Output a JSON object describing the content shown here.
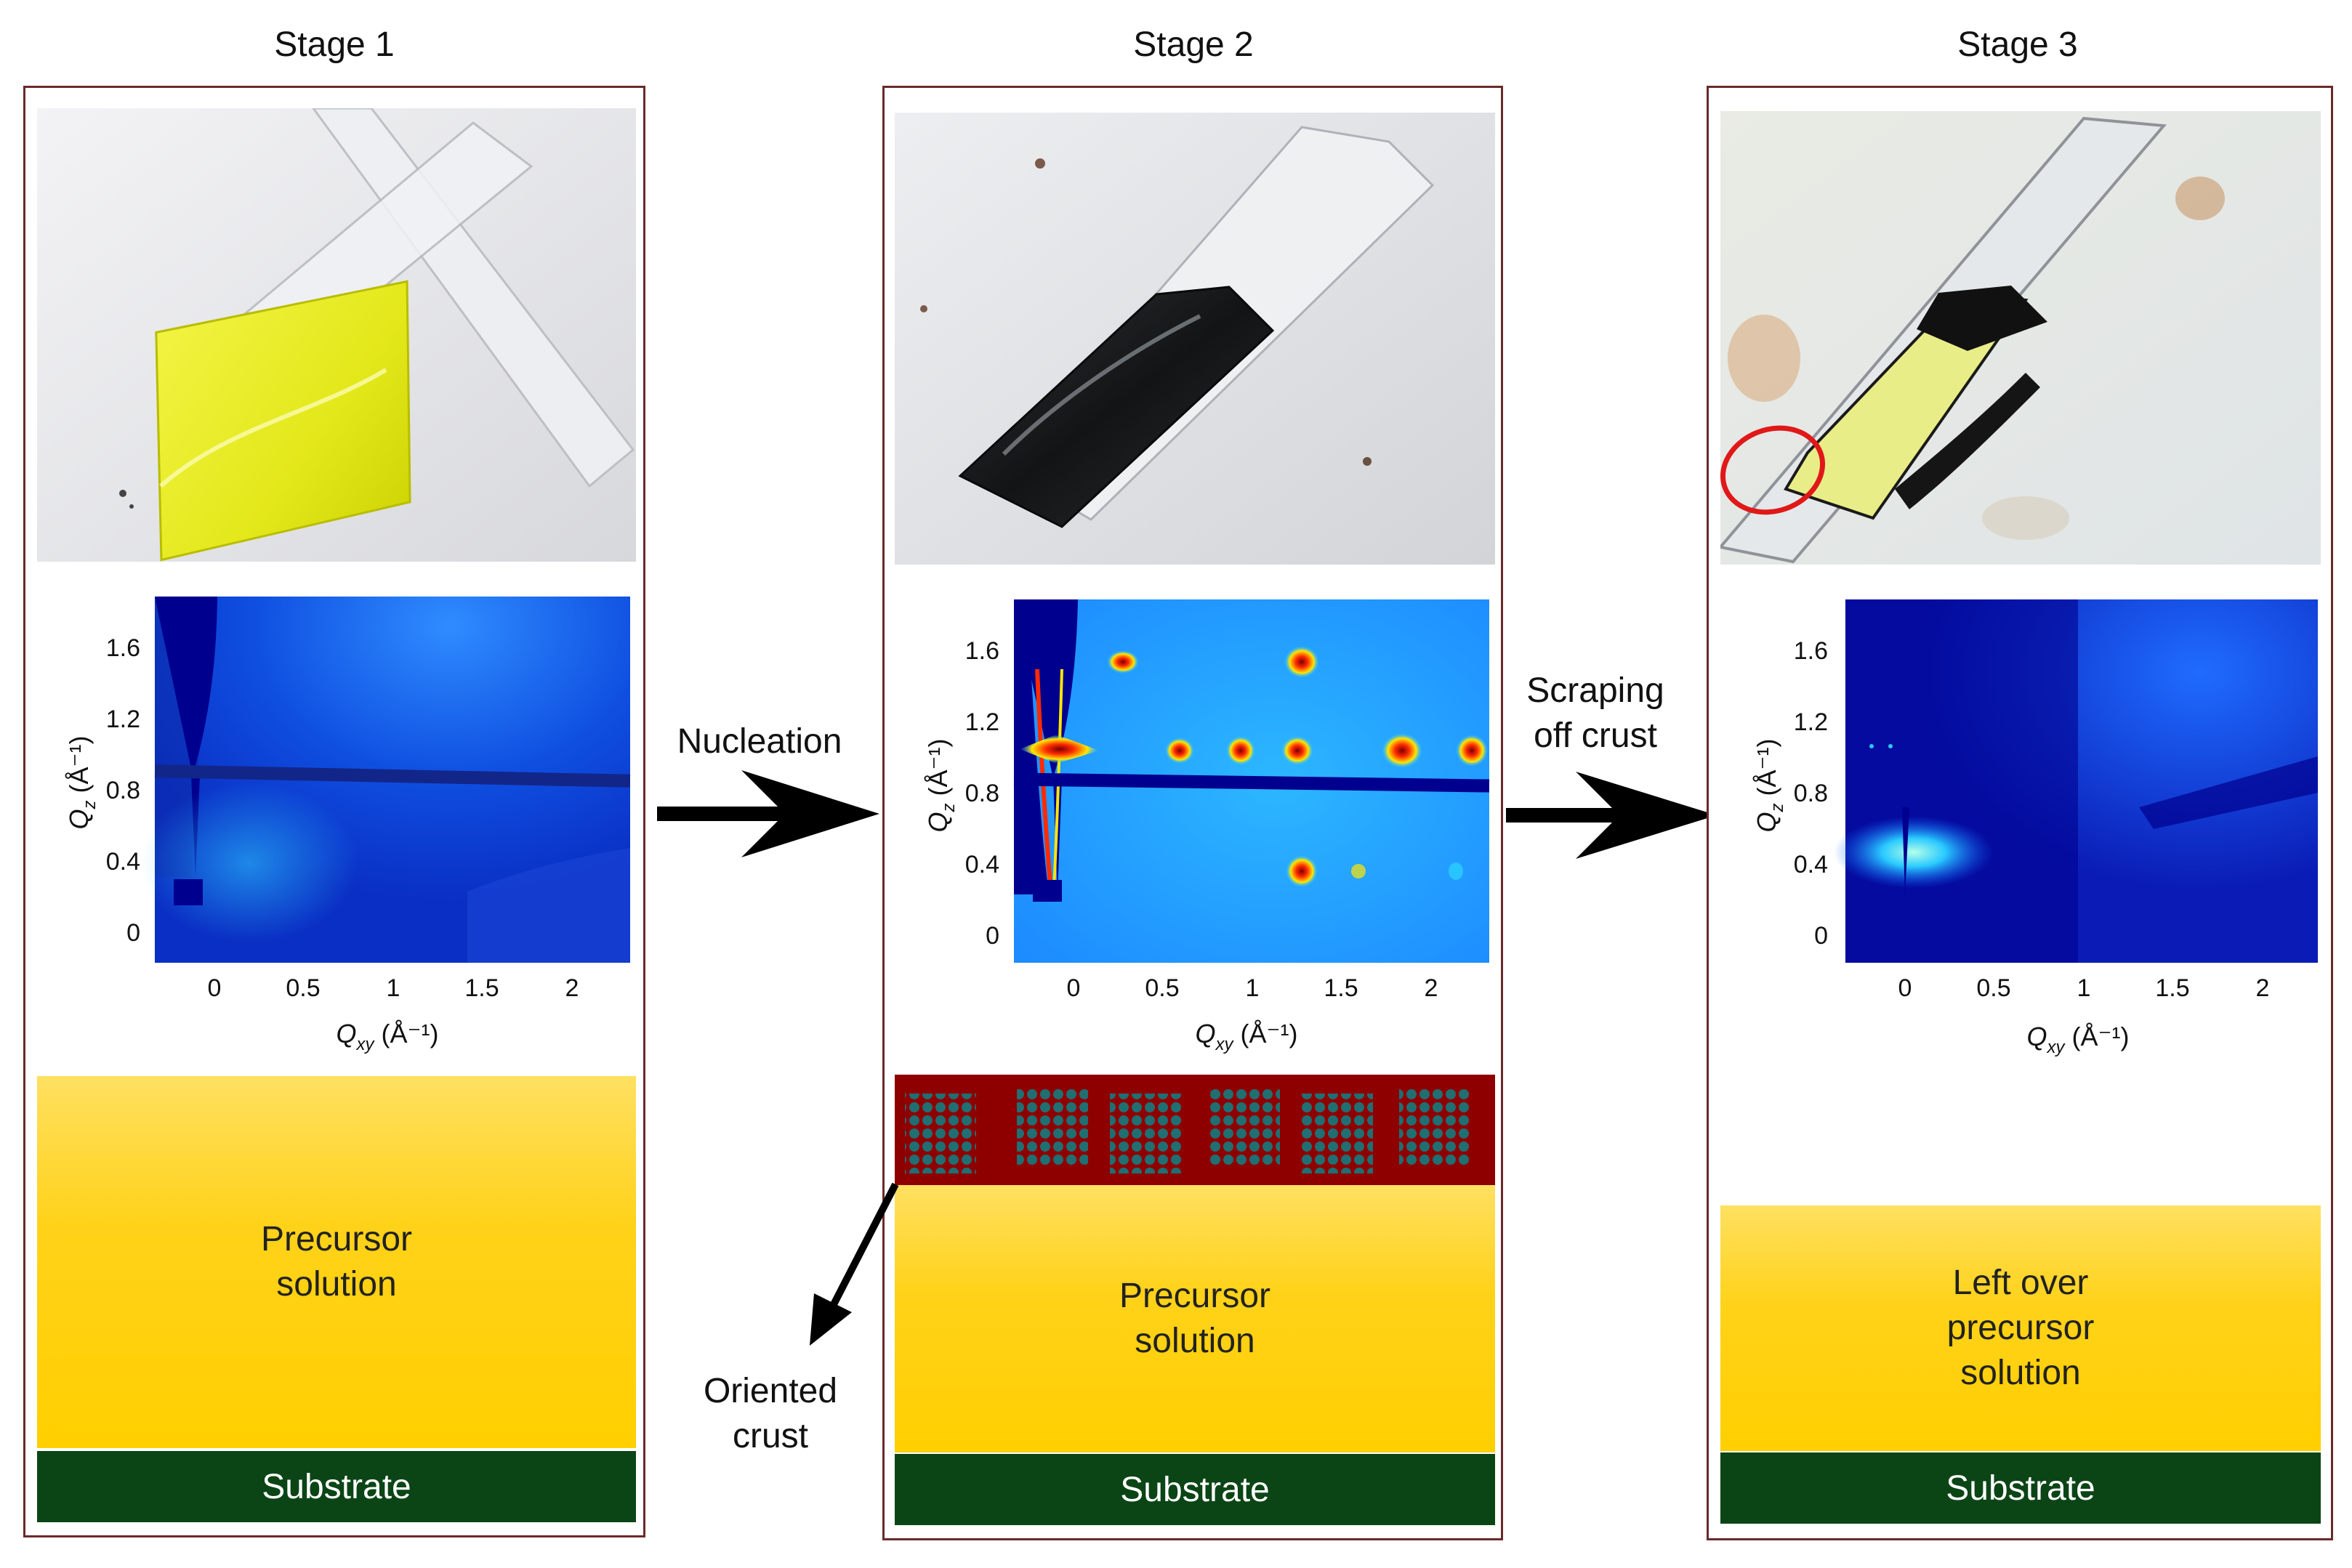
{
  "stages": [
    {
      "title": "Stage 1",
      "solution": "Precursor\nsolution",
      "substrate": "Substrate"
    },
    {
      "title": "Stage 2",
      "solution": "Precursor\nsolution",
      "substrate": "Substrate"
    },
    {
      "title": "Stage 3",
      "solution": "Left over\nprecursor\nsolution",
      "substrate": "Substrate"
    }
  ],
  "arrows": {
    "nucleation": "Nucleation",
    "scraping": "Scraping\noff crust",
    "oriented_crust": "Oriented\ncrust"
  },
  "plots": {
    "ylabel_main": "Q",
    "ylabel_sub": "z",
    "ylabel_unit": "(Å⁻¹)",
    "xlabel_main": "Q",
    "xlabel_sub": "xy",
    "xlabel_unit": "(Å⁻¹)",
    "x_ticks": [
      "0",
      "0.5",
      "1",
      "1.5",
      "2"
    ],
    "y_ticks": [
      "1.6",
      "1.2",
      "0.8",
      "0.4",
      "0"
    ],
    "colormap": [
      "#00008f",
      "#1060ff",
      "#29c9ff",
      "#ffe600",
      "#ff2a00",
      "#7a0000"
    ]
  },
  "colors": {
    "panel_border": "#6b2a2a",
    "solution": "#ffd21a",
    "substrate": "#0b4516",
    "crust": "#8e0000",
    "crust_dots": "#1f6f73",
    "film_yellow": "#eff22a",
    "highlight_circle": "#e01818"
  }
}
